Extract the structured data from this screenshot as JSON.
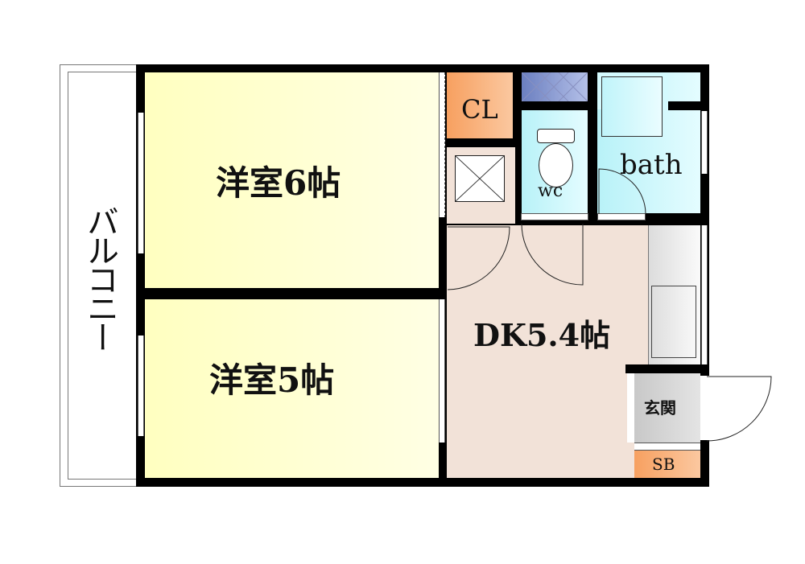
{
  "floorplan": {
    "rooms": {
      "balcony": {
        "label": "バルコニー",
        "color": "#ffffff"
      },
      "western_6": {
        "label": "洋室6帖",
        "color": "#ffffd0"
      },
      "western_5": {
        "label": "洋室5帖",
        "color": "#ffffd0"
      },
      "dk": {
        "label": "DK5.4帖",
        "color": "#f2e2d8"
      },
      "closet": {
        "label": "CL",
        "color": "#f7a868"
      },
      "wc": {
        "label": "wc",
        "color": "#c8f6fa"
      },
      "bath": {
        "label": "bath",
        "color": "#c8f6fa"
      },
      "entrance": {
        "label": "玄関",
        "color": "#d8d8d8"
      },
      "shoe_box": {
        "label": "SB",
        "color": "#f7a868"
      }
    },
    "colors": {
      "wall": "#000000",
      "window_tile": "#7f8fc8",
      "kitchen": "#ececec"
    }
  }
}
